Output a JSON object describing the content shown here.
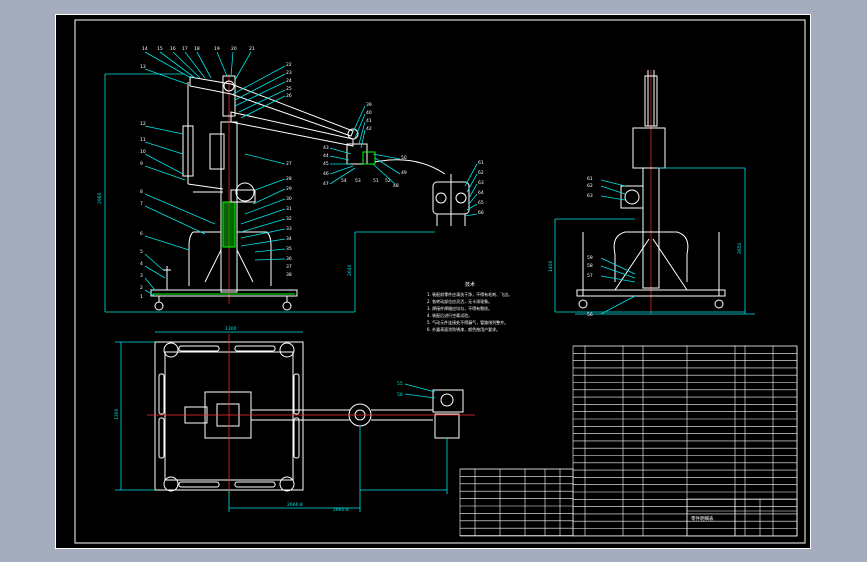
{
  "drawing": {
    "background": "#000000",
    "frame_color": "#ffffff",
    "part_color": "#ffffff",
    "dimension_color": "#00e5e5",
    "highlight_color": "#00ff00",
    "axis_color": "#ff3030"
  },
  "front_view": {
    "top_numbers": [
      "14",
      "15",
      "16",
      "17",
      "18",
      "19",
      "20",
      "21"
    ],
    "left_numbers": [
      "13",
      "12",
      "11",
      "10",
      "9",
      "8",
      "7",
      "6",
      "5",
      "4",
      "3",
      "2",
      "1"
    ],
    "right_numbers": [
      "22",
      "23",
      "24",
      "25",
      "26",
      "27",
      "28",
      "29",
      "30",
      "31",
      "32",
      "33",
      "34",
      "35",
      "36",
      "37",
      "38"
    ],
    "gripper_numbers": [
      "39",
      "40",
      "41",
      "42",
      "43",
      "44",
      "45",
      "46",
      "47",
      "48",
      "49",
      "50",
      "51",
      "52",
      "53",
      "54"
    ],
    "head_numbers": [
      "61",
      "62",
      "63",
      "64",
      "65",
      "66"
    ],
    "height_dimension": "2960",
    "reach_dimension": "2640"
  },
  "side_view": {
    "numbers": [
      "61",
      "62",
      "63",
      "59",
      "58",
      "57",
      "56"
    ],
    "height_dimension": "2650",
    "width_dimension": "1400"
  },
  "plan_view": {
    "width_dimension": "1300",
    "depth_dimension": "1300",
    "reach_dimension_a": "2660.8",
    "reach_dimension_b": "2660.8",
    "numbers": [
      "55",
      "56"
    ]
  },
  "notes": {
    "title": "技术",
    "lines": [
      "1. 装配前零件应清洗干净，不得有毛刺、飞边。",
      "2. 各转动部位应灵活，无卡滞现象。",
      "3. 焊接件焊缝应均匀，不得有裂纹。",
      "4. 装配后进行空载试验。",
      "5. 气动元件连接处不得漏气，管路排列整齐。",
      "6. 外露表面涂防锈漆，颜色按用户要求。"
    ]
  },
  "title_block": {
    "label": "零件明细表"
  }
}
